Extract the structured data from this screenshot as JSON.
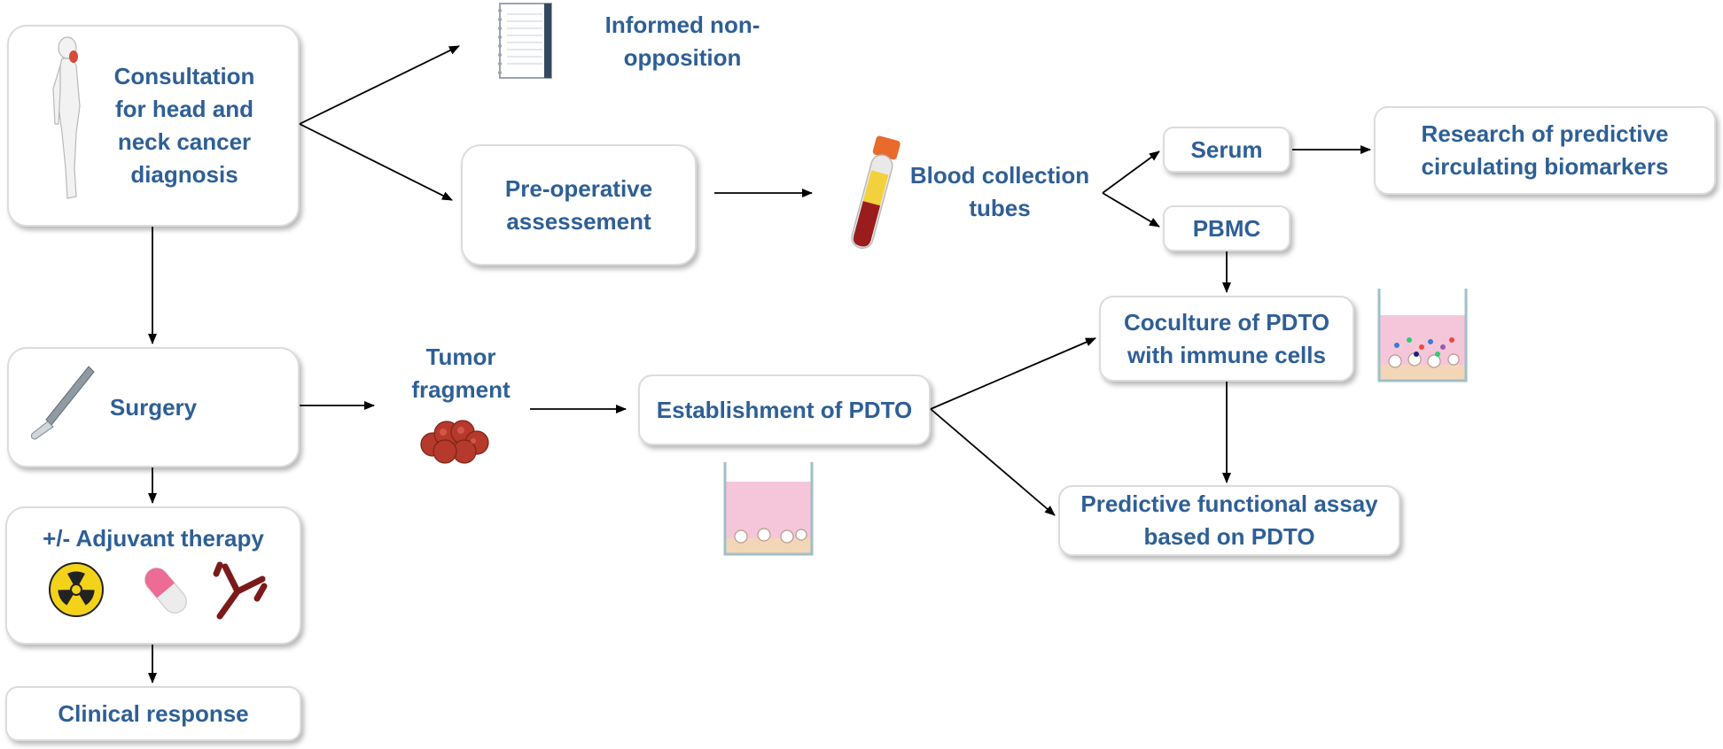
{
  "nodes": {
    "consultation": "Consultation\nfor head and\nneck cancer\ndiagnosis",
    "informed": "Informed non-\nopposition",
    "preop": "Pre-operative\nassessement",
    "blood": "Blood collection\ntubes",
    "serum": "Serum",
    "research": "Research of predictive\ncirculating biomarkers",
    "pbmc": "PBMC",
    "coculture": "Coculture of PDTO\nwith immune cells",
    "surgery": "Surgery",
    "tumor": "Tumor\nfragment",
    "establishment": "Establishment of PDTO",
    "predictive": "Predictive functional assay\nbased on PDTO",
    "adjuvant": "+/- Adjuvant therapy",
    "clinical": "Clinical response"
  },
  "icons": [
    "human-figure-icon",
    "notebook-icon",
    "blood-tube-icon",
    "scalpel-icon",
    "tumor-fragment-icon",
    "culture-well-icon",
    "radiation-icon",
    "pill-capsule-icon",
    "antibody-icon"
  ],
  "colors": {
    "label_text": "#2e5f96",
    "box_border": "#dcdcdc",
    "arrow": "#000000",
    "well_medium": "#f5c6da",
    "tumor": "#b53a2b",
    "antibody": "#7a1a1a"
  }
}
